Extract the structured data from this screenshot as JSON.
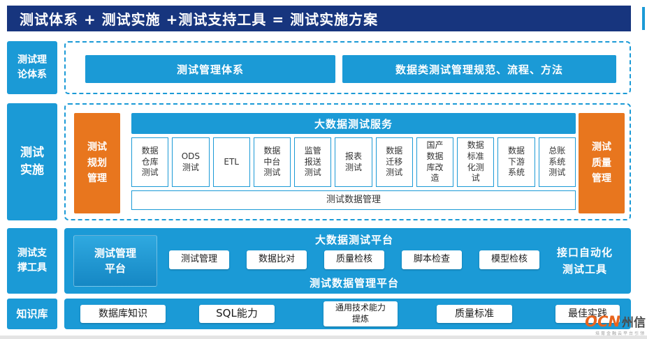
{
  "colors": {
    "navy": "#17357e",
    "blue": "#1b9ad6",
    "orange": "#e8761e"
  },
  "title_bar": {
    "text": "测试体系 + 测试实施 +测试支持工具 = 测试实施方案"
  },
  "sidebar": {
    "theory": "测试理\n论体系",
    "implementation": "测试\n实施",
    "support_tools": "测试支\n撑工具",
    "knowledge_base": "知识库"
  },
  "theory_row": {
    "management_system": "测试管理体系",
    "data_spec": "数据类测试管理规范、流程、方法"
  },
  "impl_row": {
    "planning": "测试\n规划\n管理",
    "quality": "测试\n质量\n管理",
    "service_header": "大数据测试服务",
    "services": [
      "数据\n仓库\n测试",
      "ODS\n测试",
      "ETL",
      "数据\n中台\n测试",
      "监管\n报送\n测试",
      "报表\n测试",
      "数据\n迁移\n测试",
      "国产\n数据\n库改\n造",
      "数据\n标准\n化测\n试",
      "数据\n下游\n系统",
      "总账\n系统\n测试"
    ],
    "data_mgmt": "测试数据管理"
  },
  "tools_row": {
    "mgmt_platform": "测试管理\n平台",
    "platform_header": "大数据测试平台",
    "tools": [
      "测试管理",
      "数据比对",
      "质量检核",
      "脚本检查",
      "模型检核"
    ],
    "data_platform": "测试数据管理平台",
    "api_tool": "接口自动化\n测试工具"
  },
  "kb_row": {
    "items": [
      "数据库知识",
      "SQL能力",
      "通用技术能力\n提炼",
      "质量标准",
      "最佳实践"
    ]
  },
  "footer": {
    "logo_mark": "OCN",
    "logo_text": "州信",
    "slogan": "培育金融云平台引领"
  }
}
